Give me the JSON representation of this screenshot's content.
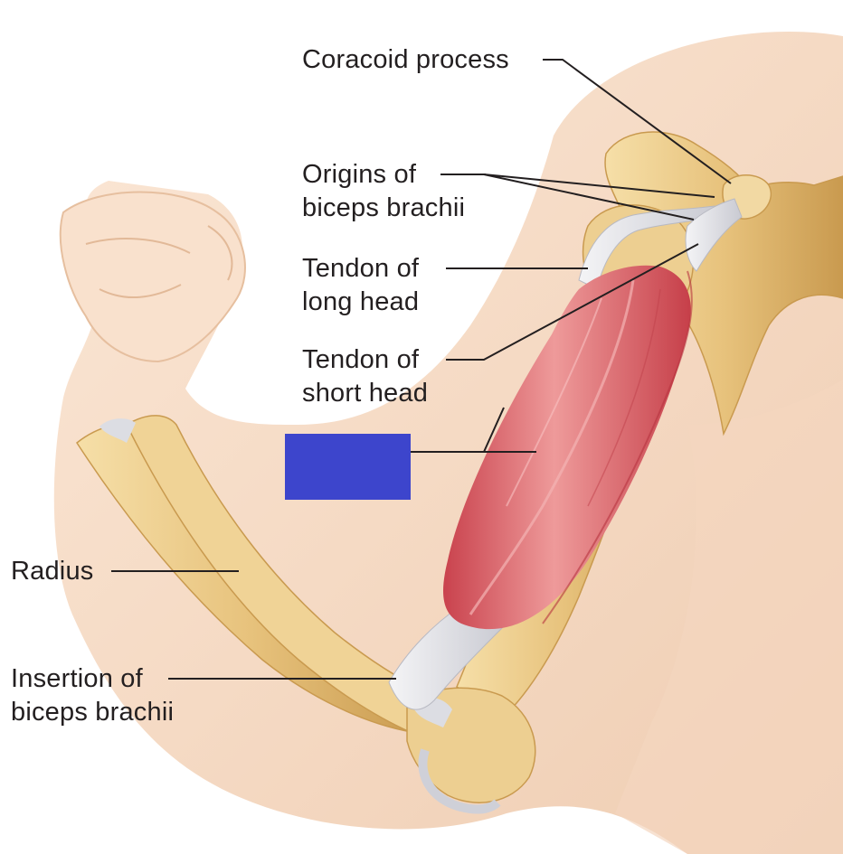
{
  "labels": {
    "coracoid": "Coracoid process",
    "origins_line1": "Origins of",
    "origins_line2": "biceps brachii",
    "long_head_line1": "Tendon of",
    "long_head_line2": "long head",
    "short_head_line1": "Tendon of",
    "short_head_line2": "short head",
    "radius": "Radius",
    "insertion_line1": "Insertion of",
    "insertion_line2": "biceps brachii"
  },
  "colors": {
    "skin": "#f7dcc6",
    "skin_shadow": "#ecc3a6",
    "bone": "#e9c886",
    "bone_dark": "#c99a4f",
    "muscle": "#d9545c",
    "muscle_light": "#ee9a9a",
    "tendon": "#dcdde3",
    "mask_box": "#3d45cc",
    "leader_line": "#231f20"
  }
}
